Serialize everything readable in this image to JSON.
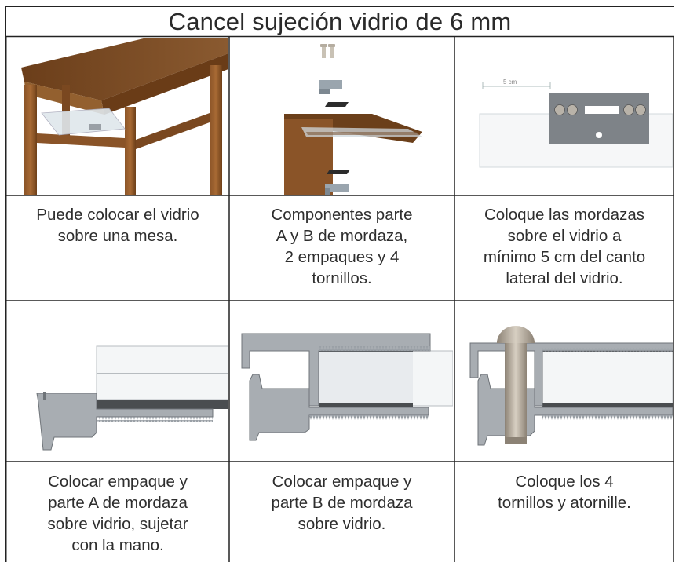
{
  "title": "Cancel sujeción vidrio de 6 mm",
  "steps": [
    {
      "caption": "Puede colocar el vidrio sobre una mesa.",
      "lines": [
        "Puede colocar el vidrio",
        "sobre una mesa."
      ]
    },
    {
      "caption": "Componentes parte A y B de mordaza, 2 empaques y 4 tornillos.",
      "lines": [
        "Componentes parte",
        "A y B de mordaza,",
        "2 empaques y 4",
        "tornillos."
      ]
    },
    {
      "caption": "Coloque las mordazas sobre el vidrio a mínimo 5 cm del canto lateral del vidrio.",
      "lines": [
        "Coloque las mordazas",
        "sobre el vidrio a",
        "mínimo 5 cm del canto",
        "lateral del vidrio."
      ],
      "dimension_label": "5 cm"
    },
    {
      "caption": "Colocar empaque y parte A de mordaza sobre vidrio, sujetar con la mano.",
      "lines": [
        "Colocar empaque y",
        "parte A de mordaza",
        "sobre vidrio, sujetar",
        "con la mano."
      ]
    },
    {
      "caption": "Colocar empaque y parte B de mordaza sobre vidrio.",
      "lines": [
        "Colocar empaque y",
        "parte B de mordaza",
        "sobre vidrio."
      ]
    },
    {
      "caption": "Coloque los 4 tornillos y atornille.",
      "lines": [
        "Coloque los 4",
        "tornillos y atornille."
      ]
    }
  ],
  "colors": {
    "border": "#222222",
    "wood": "#7a4a22",
    "metal": "#9aa0a6",
    "glass": "#dfe6ea"
  }
}
